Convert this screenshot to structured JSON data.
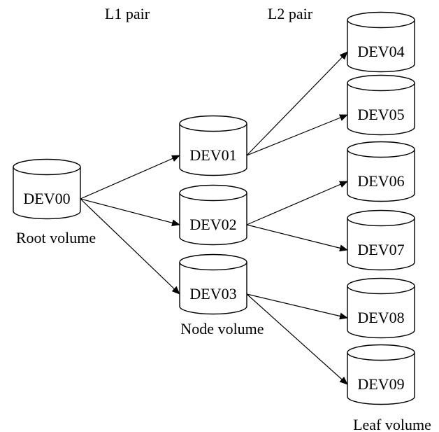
{
  "header": {
    "l1_label": "L1 pair",
    "l2_label": "L2 pair"
  },
  "captions": {
    "root": "Root volume",
    "node": "Node volume",
    "leaf": "Leaf volume"
  },
  "volumes": [
    {
      "id": "DEV00",
      "label": "DEV00",
      "role": "root"
    },
    {
      "id": "DEV01",
      "label": "DEV01",
      "role": "node"
    },
    {
      "id": "DEV02",
      "label": "DEV02",
      "role": "node"
    },
    {
      "id": "DEV03",
      "label": "DEV03",
      "role": "node"
    },
    {
      "id": "DEV04",
      "label": "DEV04",
      "role": "leaf"
    },
    {
      "id": "DEV05",
      "label": "DEV05",
      "role": "leaf"
    },
    {
      "id": "DEV06",
      "label": "DEV06",
      "role": "leaf"
    },
    {
      "id": "DEV07",
      "label": "DEV07",
      "role": "leaf"
    },
    {
      "id": "DEV08",
      "label": "DEV08",
      "role": "leaf"
    },
    {
      "id": "DEV09",
      "label": "DEV09",
      "role": "leaf"
    }
  ],
  "pairs": [
    {
      "from": "DEV00",
      "to": "DEV01",
      "level": "L1"
    },
    {
      "from": "DEV00",
      "to": "DEV02",
      "level": "L1"
    },
    {
      "from": "DEV00",
      "to": "DEV03",
      "level": "L1"
    },
    {
      "from": "DEV01",
      "to": "DEV04",
      "level": "L2"
    },
    {
      "from": "DEV01",
      "to": "DEV05",
      "level": "L2"
    },
    {
      "from": "DEV02",
      "to": "DEV06",
      "level": "L2"
    },
    {
      "from": "DEV02",
      "to": "DEV07",
      "level": "L2"
    },
    {
      "from": "DEV03",
      "to": "DEV08",
      "level": "L2"
    },
    {
      "from": "DEV03",
      "to": "DEV09",
      "level": "L2"
    }
  ]
}
